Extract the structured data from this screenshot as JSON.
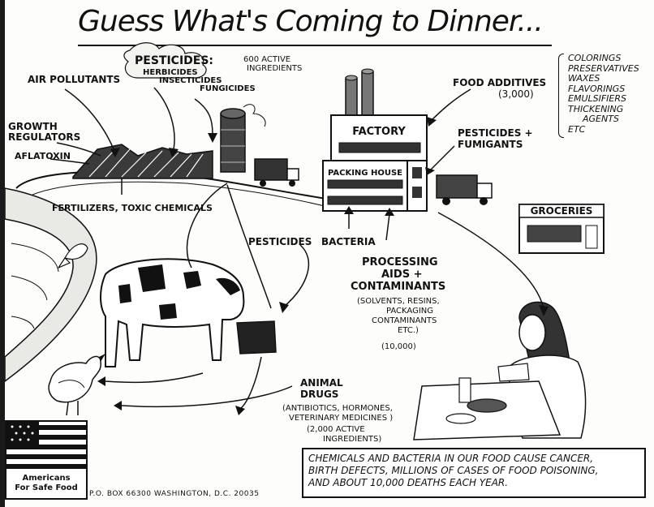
{
  "title": "Guess What's Coming to Dinner...",
  "labels": {
    "pesticides_top": "PESTICIDES:",
    "herbicides": "HERBICIDES",
    "insecticides": "INSECTICIDES",
    "fungicides": "FUNGICIDES",
    "active_ingredients_1": "600 ACTIVE",
    "active_ingredients_2": "INGREDIENTS",
    "air_pollutants": "AIR POLLUTANTS",
    "growth_regulators_1": "GROWTH",
    "growth_regulators_2": "REGULATORS",
    "aflatoxin": "AFLATOXIN",
    "fertilizers": "FERTILIZERS, TOXIC CHEMICALS",
    "food_additives": "FOOD ADDITIVES",
    "food_additives_count": "(3,000)",
    "pesticides_fumigants_1": "PESTICIDES +",
    "pesticides_fumigants_2": "FUMIGANTS",
    "pesticides_mid": "PESTICIDES",
    "bacteria": "BACTERIA",
    "processing_1": "PROCESSING",
    "processing_2": "AIDS +",
    "processing_3": "CONTAMINANTS",
    "processing_detail_1": "(SOLVENTS, RESINS,",
    "processing_detail_2": "PACKAGING",
    "processing_detail_3": "CONTAMINANTS",
    "processing_detail_4": "ETC.)",
    "processing_count": "(10,000)",
    "animal_drugs_1": "ANIMAL",
    "animal_drugs_2": "DRUGS",
    "animal_drugs_detail_1": "(ANTIBIOTICS, HORMONES,",
    "animal_drugs_detail_2": "VETERINARY MEDICINES )",
    "animal_drugs_detail_3": "(2,000 ACTIVE",
    "animal_drugs_detail_4": "INGREDIENTS)"
  },
  "additives_list": [
    "COLORINGS",
    "PRESERVATIVES",
    "WAXES",
    "FLAVORINGS",
    "EMULSIFIERS",
    "THICKENING",
    "AGENTS",
    "ETC"
  ],
  "buildings": {
    "factory": "FACTORY",
    "packing_house": "PACKING HOUSE",
    "groceries": "GROCERIES"
  },
  "caption": {
    "line1": "CHEMICALS AND BACTERIA IN OUR FOOD CAUSE CANCER,",
    "line2": "BIRTH DEFECTS, MILLIONS OF CASES OF FOOD POISONING,",
    "line3": "AND ABOUT 10,000 DEATHS  EACH YEAR."
  },
  "logo": {
    "line1": "Americans",
    "line2": "For Safe Food"
  },
  "footer": "P.O. BOX 66300  WASHINGTON, D.C. 20035"
}
